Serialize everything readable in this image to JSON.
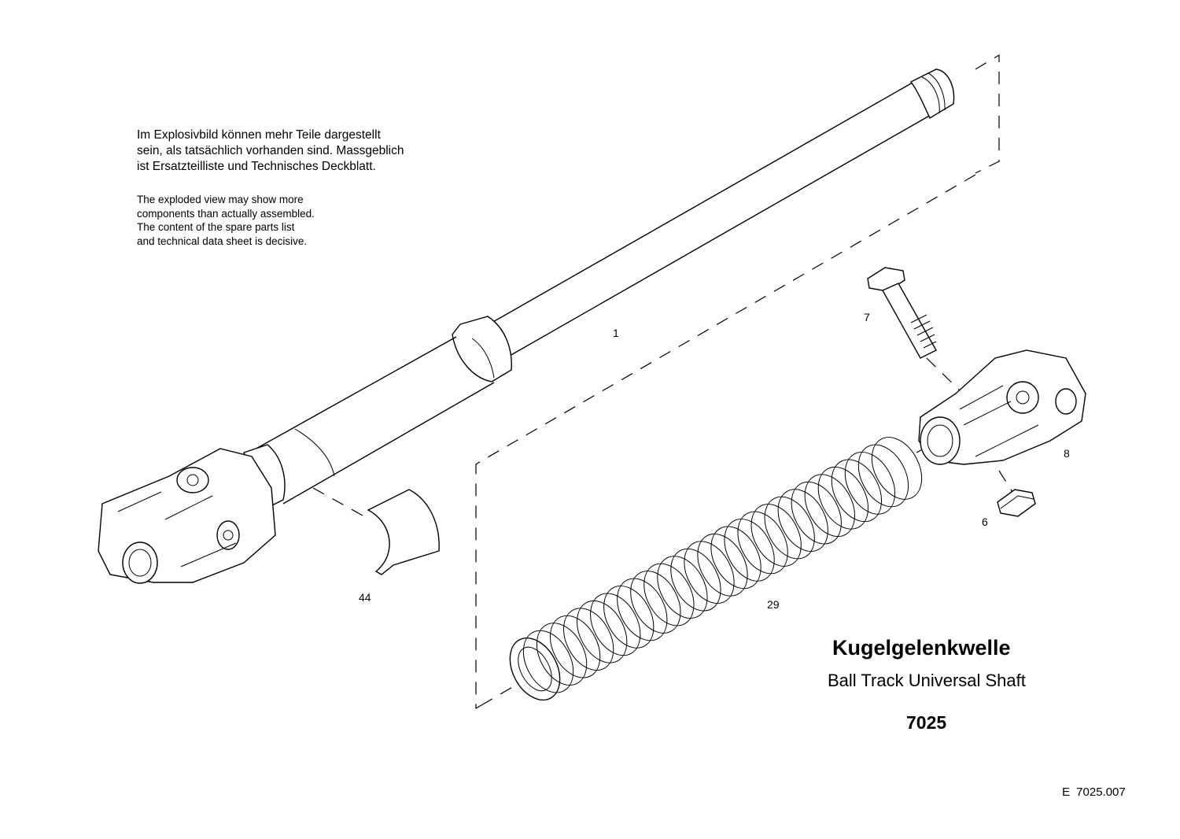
{
  "note_de": [
    "Im Explosivbild können mehr Teile dargestellt",
    "sein, als tatsächlich vorhanden sind. Massgeblich",
    "ist Ersatzteilliste und Technisches Deckblatt."
  ],
  "note_en": [
    "The exploded view may show more",
    "components than actually assembled.",
    "The content of the spare parts list",
    "and technical data sheet is decisive."
  ],
  "callouts": {
    "shaft": "1",
    "bolt": "7",
    "joint": "8",
    "nut": "6",
    "sleeve": "44",
    "bellows": "29"
  },
  "title": {
    "de": "Kugelgelenkwelle",
    "en": "Ball Track Universal Shaft",
    "group": "7025"
  },
  "reference": "E 7025.007"
}
